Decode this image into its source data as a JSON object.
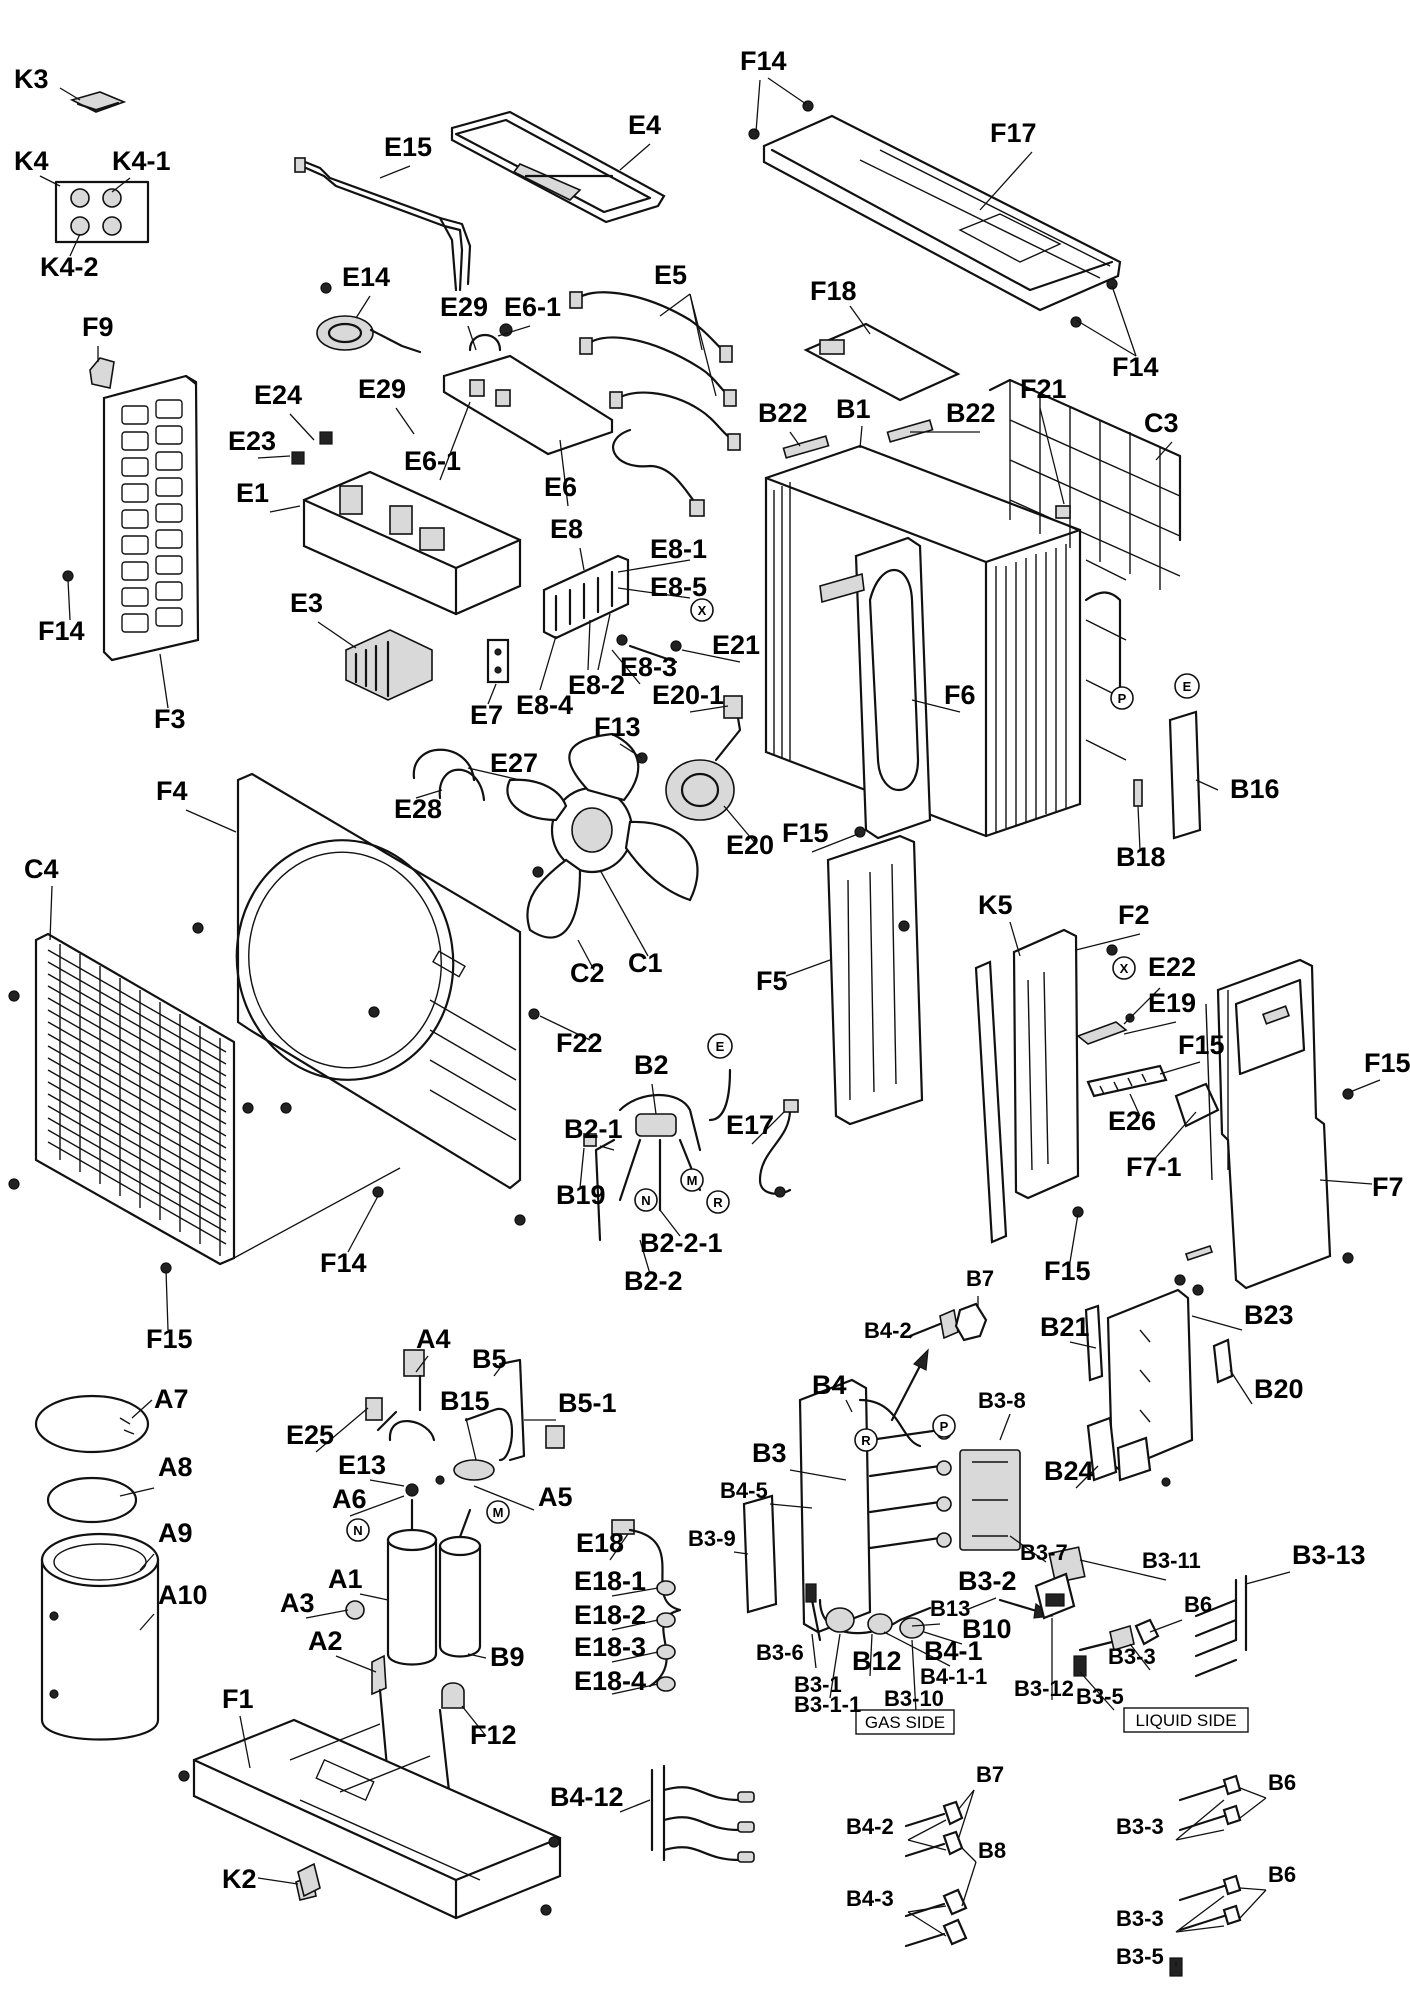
{
  "labels": [
    {
      "id": "K3",
      "text": "K3"
    },
    {
      "id": "K4",
      "text": "K4"
    },
    {
      "id": "K4-1",
      "text": "K4-1"
    },
    {
      "id": "K4-2",
      "text": "K4-2"
    },
    {
      "id": "F9",
      "text": "F9"
    },
    {
      "id": "F14a",
      "text": "F14"
    },
    {
      "id": "F3",
      "text": "F3"
    },
    {
      "id": "E15",
      "text": "E15"
    },
    {
      "id": "E4",
      "text": "E4"
    },
    {
      "id": "E14",
      "text": "E14"
    },
    {
      "id": "E29a",
      "text": "E29"
    },
    {
      "id": "E6-1a",
      "text": "E6-1"
    },
    {
      "id": "E24",
      "text": "E24"
    },
    {
      "id": "E29b",
      "text": "E29"
    },
    {
      "id": "E23",
      "text": "E23"
    },
    {
      "id": "E6-1b",
      "text": "E6-1"
    },
    {
      "id": "E1",
      "text": "E1"
    },
    {
      "id": "E6",
      "text": "E6"
    },
    {
      "id": "E5",
      "text": "E5"
    },
    {
      "id": "E8",
      "text": "E8"
    },
    {
      "id": "E8-1",
      "text": "E8-1"
    },
    {
      "id": "E8-5",
      "text": "E8-5"
    },
    {
      "id": "E3",
      "text": "E3"
    },
    {
      "id": "E21",
      "text": "E21"
    },
    {
      "id": "E8-3",
      "text": "E8-3"
    },
    {
      "id": "E8-4",
      "text": "E8-4"
    },
    {
      "id": "E8-2",
      "text": "E8-2"
    },
    {
      "id": "E7",
      "text": "E7"
    },
    {
      "id": "E20-1",
      "text": "E20-1"
    },
    {
      "id": "F13",
      "text": "F13"
    },
    {
      "id": "E27",
      "text": "E27"
    },
    {
      "id": "E28",
      "text": "E28"
    },
    {
      "id": "E20",
      "text": "E20"
    },
    {
      "id": "F14b",
      "text": "F14"
    },
    {
      "id": "F17",
      "text": "F17"
    },
    {
      "id": "F18",
      "text": "F18"
    },
    {
      "id": "F14c",
      "text": "F14"
    },
    {
      "id": "B22a",
      "text": "B22"
    },
    {
      "id": "B1",
      "text": "B1"
    },
    {
      "id": "B22b",
      "text": "B22"
    },
    {
      "id": "F21",
      "text": "F21"
    },
    {
      "id": "C3",
      "text": "C3"
    },
    {
      "id": "F6",
      "text": "F6"
    },
    {
      "id": "B16",
      "text": "B16"
    },
    {
      "id": "B18",
      "text": "B18"
    },
    {
      "id": "F15a",
      "text": "F15"
    },
    {
      "id": "F4",
      "text": "F4"
    },
    {
      "id": "C4",
      "text": "C4"
    },
    {
      "id": "C2",
      "text": "C2"
    },
    {
      "id": "C1",
      "text": "C1"
    },
    {
      "id": "F22",
      "text": "F22"
    },
    {
      "id": "F14d",
      "text": "F14"
    },
    {
      "id": "F15b",
      "text": "F15"
    },
    {
      "id": "B2",
      "text": "B2"
    },
    {
      "id": "B2-1",
      "text": "B2-1"
    },
    {
      "id": "B19",
      "text": "B19"
    },
    {
      "id": "E17",
      "text": "E17"
    },
    {
      "id": "B2-2-1",
      "text": "B2-2-1"
    },
    {
      "id": "B2-2",
      "text": "B2-2"
    },
    {
      "id": "F5",
      "text": "F5"
    },
    {
      "id": "K5",
      "text": "K5"
    },
    {
      "id": "F2",
      "text": "F2"
    },
    {
      "id": "E22",
      "text": "E22"
    },
    {
      "id": "E19",
      "text": "E19"
    },
    {
      "id": "F15c",
      "text": "F15"
    },
    {
      "id": "F15d",
      "text": "F15"
    },
    {
      "id": "E26",
      "text": "E26"
    },
    {
      "id": "F7-1",
      "text": "F7-1"
    },
    {
      "id": "F7",
      "text": "F7"
    },
    {
      "id": "F15e",
      "text": "F15"
    },
    {
      "id": "A4",
      "text": "A4"
    },
    {
      "id": "B5",
      "text": "B5"
    },
    {
      "id": "A7",
      "text": "A7"
    },
    {
      "id": "B15",
      "text": "B15"
    },
    {
      "id": "B5-1",
      "text": "B5-1"
    },
    {
      "id": "E25",
      "text": "E25"
    },
    {
      "id": "A8",
      "text": "A8"
    },
    {
      "id": "E13",
      "text": "E13"
    },
    {
      "id": "A6",
      "text": "A6"
    },
    {
      "id": "A5",
      "text": "A5"
    },
    {
      "id": "A9",
      "text": "A9"
    },
    {
      "id": "A1",
      "text": "A1"
    },
    {
      "id": "A10",
      "text": "A10"
    },
    {
      "id": "A3",
      "text": "A3"
    },
    {
      "id": "A2",
      "text": "A2"
    },
    {
      "id": "B9",
      "text": "B9"
    },
    {
      "id": "F12",
      "text": "F12"
    },
    {
      "id": "F1",
      "text": "F1"
    },
    {
      "id": "K2",
      "text": "K2"
    },
    {
      "id": "E18",
      "text": "E18"
    },
    {
      "id": "E18-1",
      "text": "E18-1"
    },
    {
      "id": "E18-2",
      "text": "E18-2"
    },
    {
      "id": "E18-3",
      "text": "E18-3"
    },
    {
      "id": "E18-4",
      "text": "E18-4"
    },
    {
      "id": "B4-12",
      "text": "B4-12"
    },
    {
      "id": "B4-2a",
      "text": "B4-2"
    },
    {
      "id": "B7a",
      "text": "B7"
    },
    {
      "id": "B4",
      "text": "B4"
    },
    {
      "id": "B3-8",
      "text": "B3-8"
    },
    {
      "id": "B3",
      "text": "B3"
    },
    {
      "id": "B4-5",
      "text": "B4-5"
    },
    {
      "id": "B3-9",
      "text": "B3-9"
    },
    {
      "id": "B3-7",
      "text": "B3-7"
    },
    {
      "id": "B3-2",
      "text": "B3-2"
    },
    {
      "id": "B13",
      "text": "B13"
    },
    {
      "id": "B10",
      "text": "B10"
    },
    {
      "id": "B4-1",
      "text": "B4-1"
    },
    {
      "id": "B4-1-1",
      "text": "B4-1-1"
    },
    {
      "id": "B3-6",
      "text": "B3-6"
    },
    {
      "id": "B3-1",
      "text": "B3-1"
    },
    {
      "id": "B3-1-1",
      "text": "B3-1-1"
    },
    {
      "id": "B12",
      "text": "B12"
    },
    {
      "id": "B3-10",
      "text": "B3-10"
    },
    {
      "id": "B21",
      "text": "B21"
    },
    {
      "id": "B23",
      "text": "B23"
    },
    {
      "id": "B20",
      "text": "B20"
    },
    {
      "id": "B24",
      "text": "B24"
    },
    {
      "id": "B3-11",
      "text": "B3-11"
    },
    {
      "id": "B6a",
      "text": "B6"
    },
    {
      "id": "B3-13",
      "text": "B3-13"
    },
    {
      "id": "B3-3a",
      "text": "B3-3"
    },
    {
      "id": "B3-12",
      "text": "B3-12"
    },
    {
      "id": "B3-5a",
      "text": "B3-5"
    },
    {
      "id": "B7b",
      "text": "B7"
    },
    {
      "id": "B4-2b",
      "text": "B4-2"
    },
    {
      "id": "B8",
      "text": "B8"
    },
    {
      "id": "B4-3",
      "text": "B4-3"
    },
    {
      "id": "B6b",
      "text": "B6"
    },
    {
      "id": "B3-3b",
      "text": "B3-3"
    },
    {
      "id": "B6c",
      "text": "B6"
    },
    {
      "id": "B3-3c",
      "text": "B3-3"
    },
    {
      "id": "B3-5b",
      "text": "B3-5"
    }
  ],
  "markers": {
    "X": "X",
    "E": "E",
    "P": "P",
    "N": "N",
    "M": "M",
    "R": "R"
  },
  "boxes": {
    "gas_side": "GAS SIDE",
    "liquid_side": "LIQUID SIDE"
  }
}
